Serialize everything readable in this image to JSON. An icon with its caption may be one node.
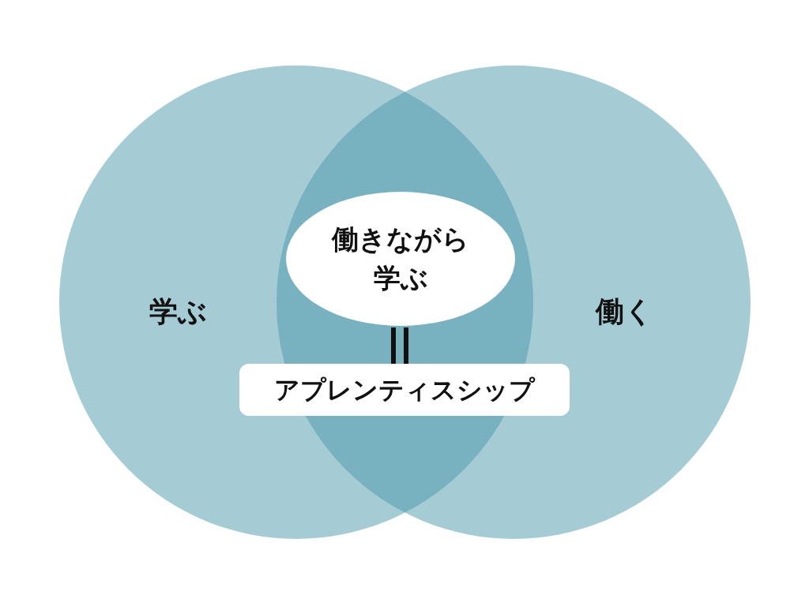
{
  "diagram": {
    "nodes": [
      {
        "text": [
          "学ぶ"
        ]
      },
      {
        "text": [
          "働く"
        ]
      },
      {
        "text": [
          "働きながら学ぶ"
        ]
      },
      {
        "text": [
          "アプレンティスシップ"
        ]
      }
    ]
  }
}
